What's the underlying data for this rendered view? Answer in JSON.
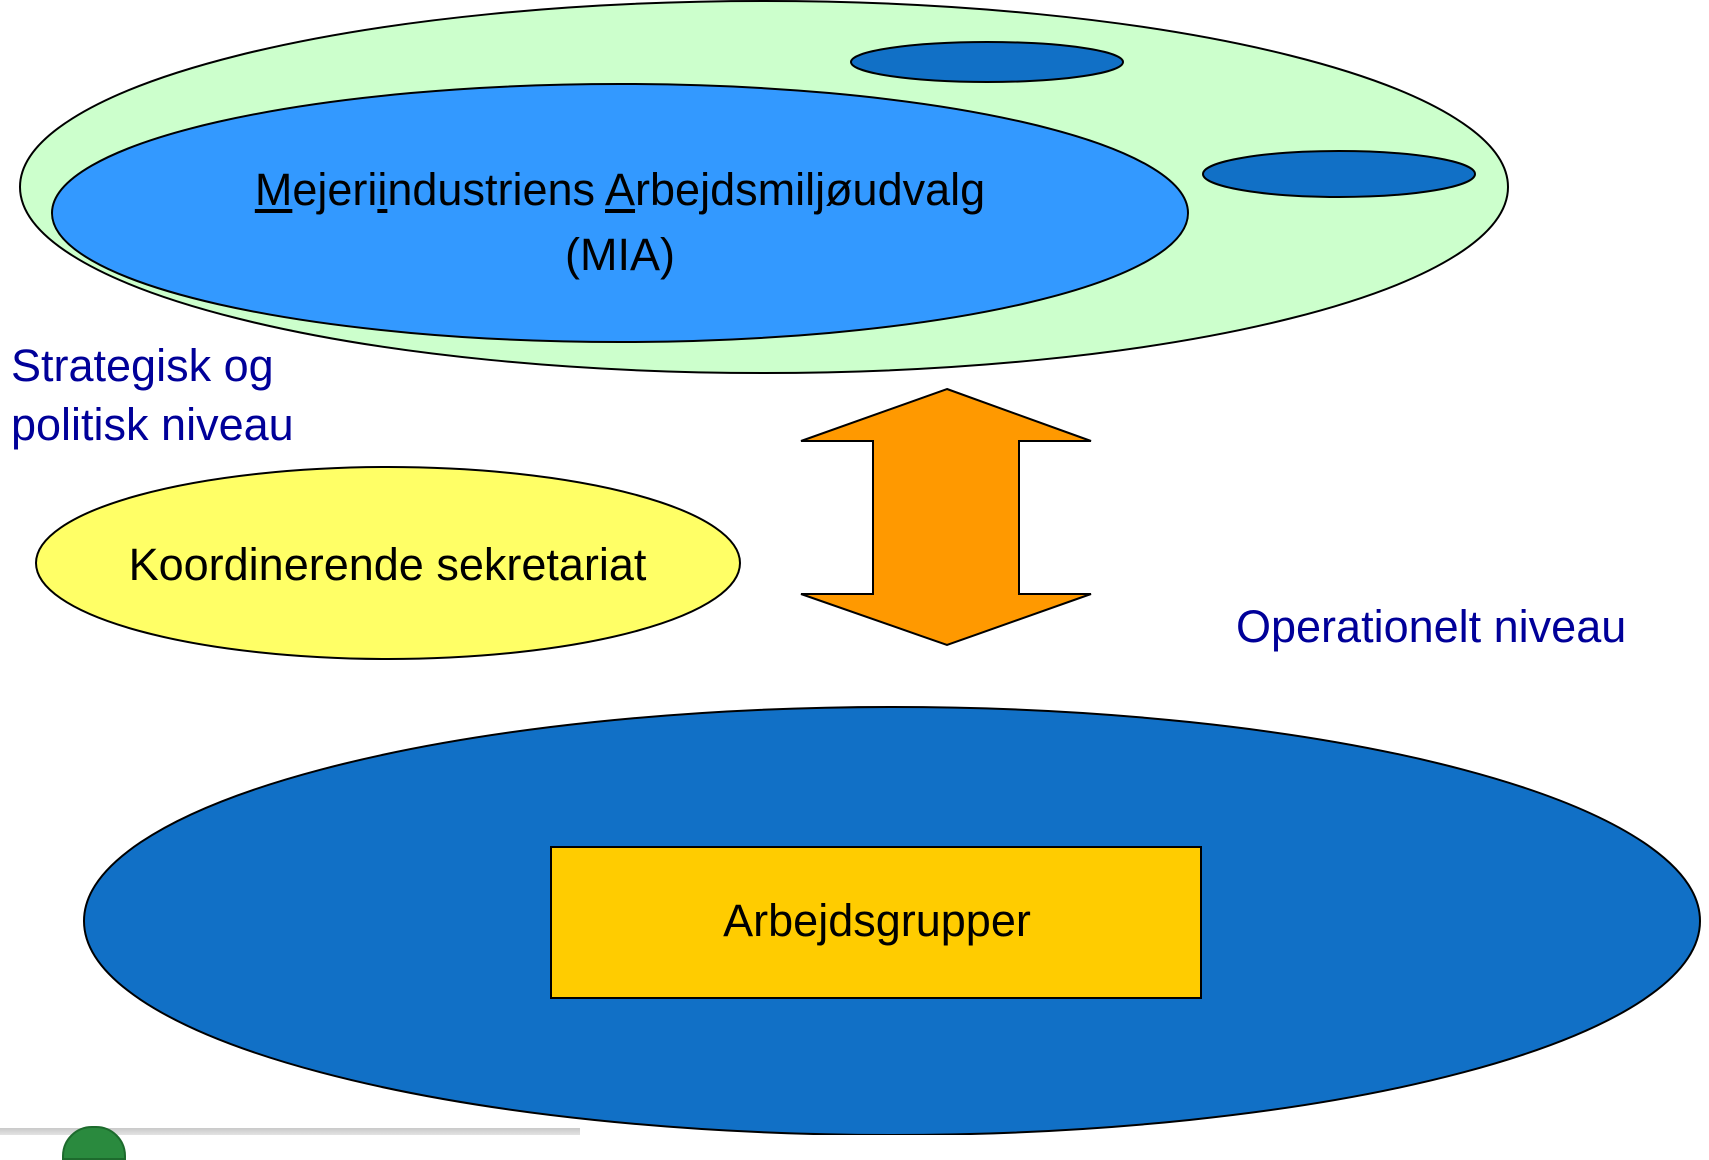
{
  "diagram": {
    "mia_name_part1_underlined": "M",
    "mia_name_part2": "ejeri",
    "mia_name_part3_underlined": "i",
    "mia_name_part4": "ndustriens ",
    "mia_name_part5_underlined": "A",
    "mia_name_part6": "rbejdsmiljøudvalg",
    "mia_abbrev": "(MIA)",
    "strategic_level_line1": "Strategisk og",
    "strategic_level_line2": "politisk niveau",
    "secretariat": "Koordinerende sekretariat",
    "operational_level": "Operationelt niveau",
    "working_groups": "Arbejdsgrupper"
  },
  "colors": {
    "outer_ellipse": "#ccffcc",
    "mia_ellipse": "#3399ff",
    "small_ellipses": "#1170c6",
    "operational_ellipse": "#1170c6",
    "secretariat_ellipse": "#ffff66",
    "arrow": "#ff9900",
    "working_groups_box": "#ffcc00",
    "level_text": "#000099"
  }
}
